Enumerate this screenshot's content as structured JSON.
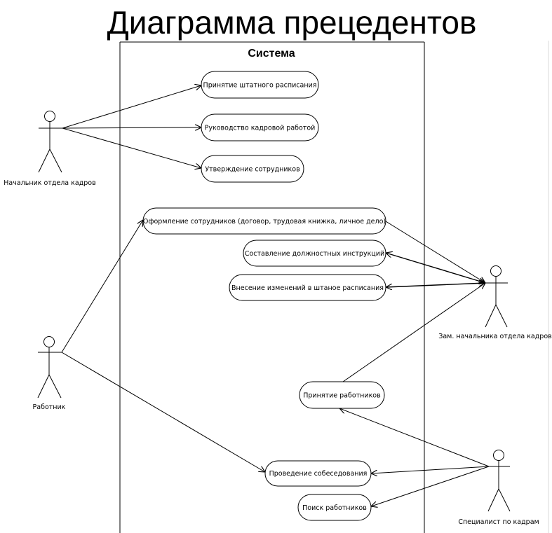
{
  "title": "Диаграмма прецедентов",
  "system": {
    "label": "Система"
  },
  "actors": [
    {
      "id": "head",
      "label": "Начальник отдела кадров"
    },
    {
      "id": "deputy",
      "label": "Зам. начальника отдела кадров"
    },
    {
      "id": "worker",
      "label": "Работник"
    },
    {
      "id": "specialist",
      "label": "Специалист по кадрам"
    }
  ],
  "use_cases": [
    {
      "id": "uc1",
      "label": "Принятие штатного расписания"
    },
    {
      "id": "uc2",
      "label": "Руководство кадровой работой"
    },
    {
      "id": "uc3",
      "label": "Утверждение сотрудников"
    },
    {
      "id": "uc4",
      "label": "Оформление сотрудников (договор, трудовая книжка, личное дело)"
    },
    {
      "id": "uc5",
      "label": "Составление должностных инструкций"
    },
    {
      "id": "uc6",
      "label": "Внесение изменений в штаное расписания"
    },
    {
      "id": "uc7",
      "label": "Принятие работников"
    },
    {
      "id": "uc8",
      "label": "Проведение собеседования"
    },
    {
      "id": "uc9",
      "label": "Поиск работников"
    }
  ],
  "associations": [
    {
      "from": "head",
      "to": "uc1"
    },
    {
      "from": "head",
      "to": "uc2"
    },
    {
      "from": "head",
      "to": "uc3"
    },
    {
      "from": "worker",
      "to": "uc4"
    },
    {
      "from": "worker",
      "to": "uc8"
    },
    {
      "from": "deputy",
      "to": "uc4"
    },
    {
      "from": "deputy",
      "to": "uc5"
    },
    {
      "from": "deputy",
      "to": "uc6"
    },
    {
      "from": "deputy",
      "to": "uc7"
    },
    {
      "from": "specialist",
      "to": "uc7"
    },
    {
      "from": "specialist",
      "to": "uc8"
    },
    {
      "from": "specialist",
      "to": "uc9"
    }
  ]
}
